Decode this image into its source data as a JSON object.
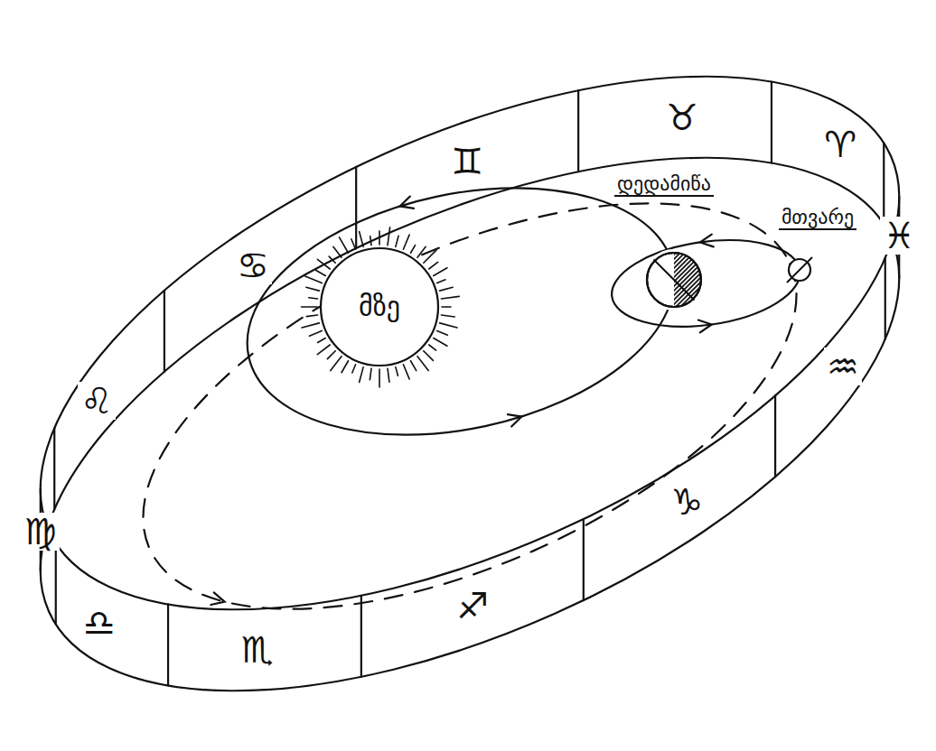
{
  "diagram": {
    "nodes": [
      {
        "text": [
          "მზე"
        ]
      },
      {
        "text": [
          "დედამიწა"
        ]
      },
      {
        "text": [
          "მთვარე"
        ]
      }
    ],
    "labels": [
      "♈",
      "♉",
      "♊",
      "♋",
      "♌",
      "♍",
      "♎",
      "♏",
      "♐",
      "♑",
      "♒",
      "♓"
    ]
  }
}
